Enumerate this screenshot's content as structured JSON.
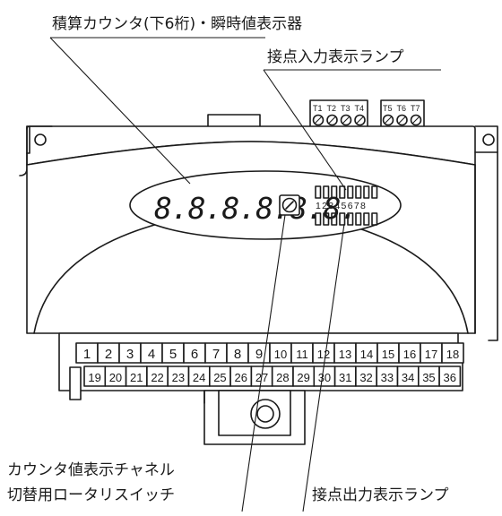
{
  "labels": {
    "counter_display": "積算カウンタ(下6桁)・瞬時値表示器",
    "input_lamp": "接点入力表示ランプ",
    "rotary_switch_line1": "カウンタ値表示チャネル",
    "rotary_switch_line2": "切替用ロータリスイッチ",
    "output_lamp": "接点出力表示ランプ"
  },
  "display": {
    "digits": "8.8.8.8.8.8.",
    "lamp_numbers": "12345678"
  },
  "top_terminals": {
    "left": [
      "T1",
      "T2",
      "T3",
      "T4"
    ],
    "right": [
      "T5",
      "T6",
      "T7"
    ]
  },
  "terminals": {
    "row1": [
      "1",
      "2",
      "3",
      "4",
      "5",
      "6",
      "7",
      "8",
      "9",
      "10",
      "11",
      "12",
      "13",
      "14",
      "15",
      "16",
      "17",
      "18"
    ],
    "row2": [
      "19",
      "20",
      "21",
      "22",
      "23",
      "24",
      "25",
      "26",
      "27",
      "28",
      "29",
      "30",
      "31",
      "32",
      "33",
      "34",
      "35",
      "36"
    ]
  }
}
